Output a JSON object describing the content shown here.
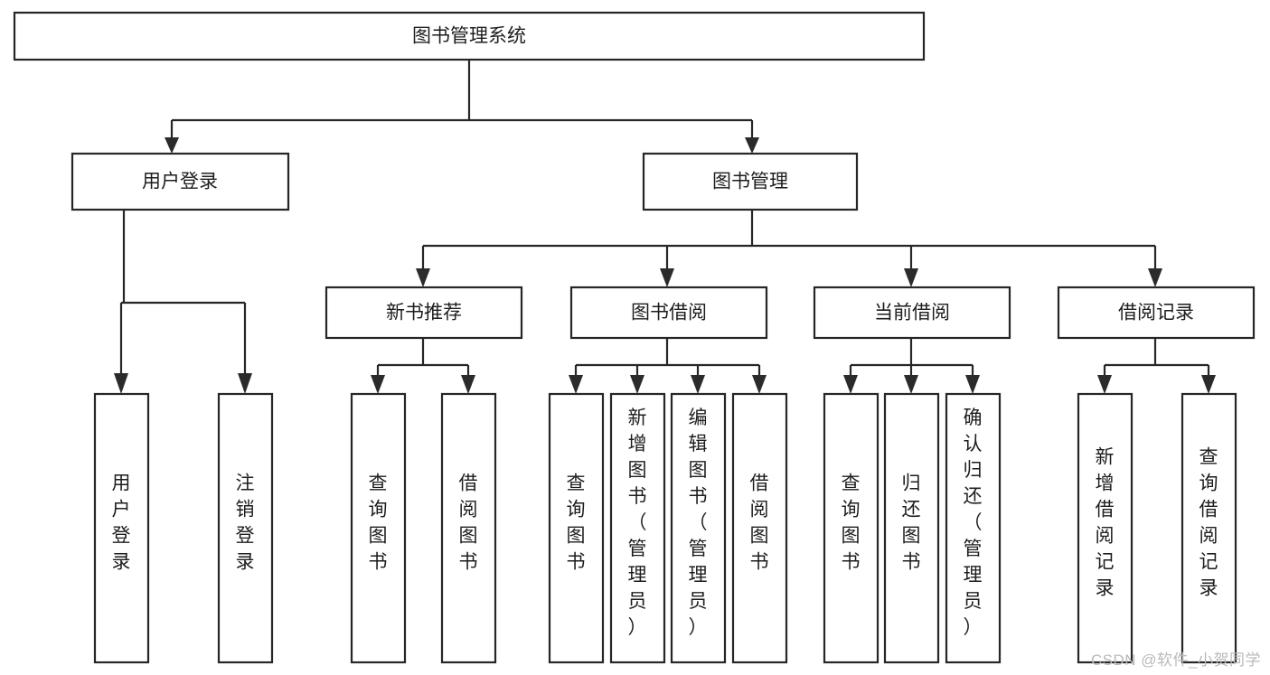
{
  "diagram": {
    "type": "tree",
    "title": "图书管理系统",
    "orientation": "top-down",
    "watermark": "CSDN @软件_小贺同学",
    "colors": {
      "box_fill": "#ffffff",
      "box_stroke": "#262626",
      "text": "#1d1d1d",
      "background": "#ffffff",
      "watermark": "#b9b9b9"
    },
    "nodes": {
      "root": {
        "label": "图书管理系统",
        "level": 0,
        "orientation": "horizontal"
      },
      "user_login": {
        "label": "用户登录",
        "level": 1,
        "orientation": "horizontal"
      },
      "book_manage": {
        "label": "图书管理",
        "level": 1,
        "orientation": "horizontal"
      },
      "new_book_rec": {
        "label": "新书推荐",
        "level": 2,
        "orientation": "horizontal"
      },
      "book_borrow": {
        "label": "图书借阅",
        "level": 2,
        "orientation": "horizontal"
      },
      "current_borrow": {
        "label": "当前借阅",
        "level": 2,
        "orientation": "horizontal"
      },
      "borrow_record": {
        "label": "借阅记录",
        "level": 2,
        "orientation": "horizontal"
      },
      "leaf_user_login": {
        "label": "用户登录",
        "level": 3,
        "orientation": "vertical"
      },
      "leaf_logout": {
        "label": "注销登录",
        "level": 3,
        "orientation": "vertical"
      },
      "leaf_query_book_1": {
        "label": "查询图书",
        "level": 3,
        "orientation": "vertical"
      },
      "leaf_borrow_book_1": {
        "label": "借阅图书",
        "level": 3,
        "orientation": "vertical"
      },
      "leaf_query_book_2": {
        "label": "查询图书",
        "level": 3,
        "orientation": "vertical"
      },
      "leaf_add_book": {
        "label": "新增图书（管理员）",
        "level": 3,
        "orientation": "vertical"
      },
      "leaf_edit_book": {
        "label": "编辑图书（管理员）",
        "level": 3,
        "orientation": "vertical"
      },
      "leaf_borrow_book_2": {
        "label": "借阅图书",
        "level": 3,
        "orientation": "vertical"
      },
      "leaf_query_book_3": {
        "label": "查询图书",
        "level": 3,
        "orientation": "vertical"
      },
      "leaf_return_book": {
        "label": "归还图书",
        "level": 3,
        "orientation": "vertical"
      },
      "leaf_confirm_return": {
        "label": "确认归还（管理员）",
        "level": 3,
        "orientation": "vertical"
      },
      "leaf_add_record": {
        "label": "新增借阅记录",
        "level": 3,
        "orientation": "vertical"
      },
      "leaf_query_record": {
        "label": "查询借阅记录",
        "level": 3,
        "orientation": "vertical"
      }
    },
    "edges": [
      {
        "from": "root",
        "to": "user_login"
      },
      {
        "from": "root",
        "to": "book_manage"
      },
      {
        "from": "book_manage",
        "to": "new_book_rec"
      },
      {
        "from": "book_manage",
        "to": "book_borrow"
      },
      {
        "from": "book_manage",
        "to": "current_borrow"
      },
      {
        "from": "book_manage",
        "to": "borrow_record"
      },
      {
        "from": "user_login",
        "to": "leaf_user_login"
      },
      {
        "from": "user_login",
        "to": "leaf_logout"
      },
      {
        "from": "new_book_rec",
        "to": "leaf_query_book_1"
      },
      {
        "from": "new_book_rec",
        "to": "leaf_borrow_book_1"
      },
      {
        "from": "book_borrow",
        "to": "leaf_query_book_2"
      },
      {
        "from": "book_borrow",
        "to": "leaf_add_book"
      },
      {
        "from": "book_borrow",
        "to": "leaf_edit_book"
      },
      {
        "from": "book_borrow",
        "to": "leaf_borrow_book_2"
      },
      {
        "from": "current_borrow",
        "to": "leaf_query_book_3"
      },
      {
        "from": "current_borrow",
        "to": "leaf_return_book"
      },
      {
        "from": "current_borrow",
        "to": "leaf_confirm_return"
      },
      {
        "from": "borrow_record",
        "to": "leaf_add_record"
      },
      {
        "from": "borrow_record",
        "to": "leaf_query_record"
      }
    ]
  }
}
